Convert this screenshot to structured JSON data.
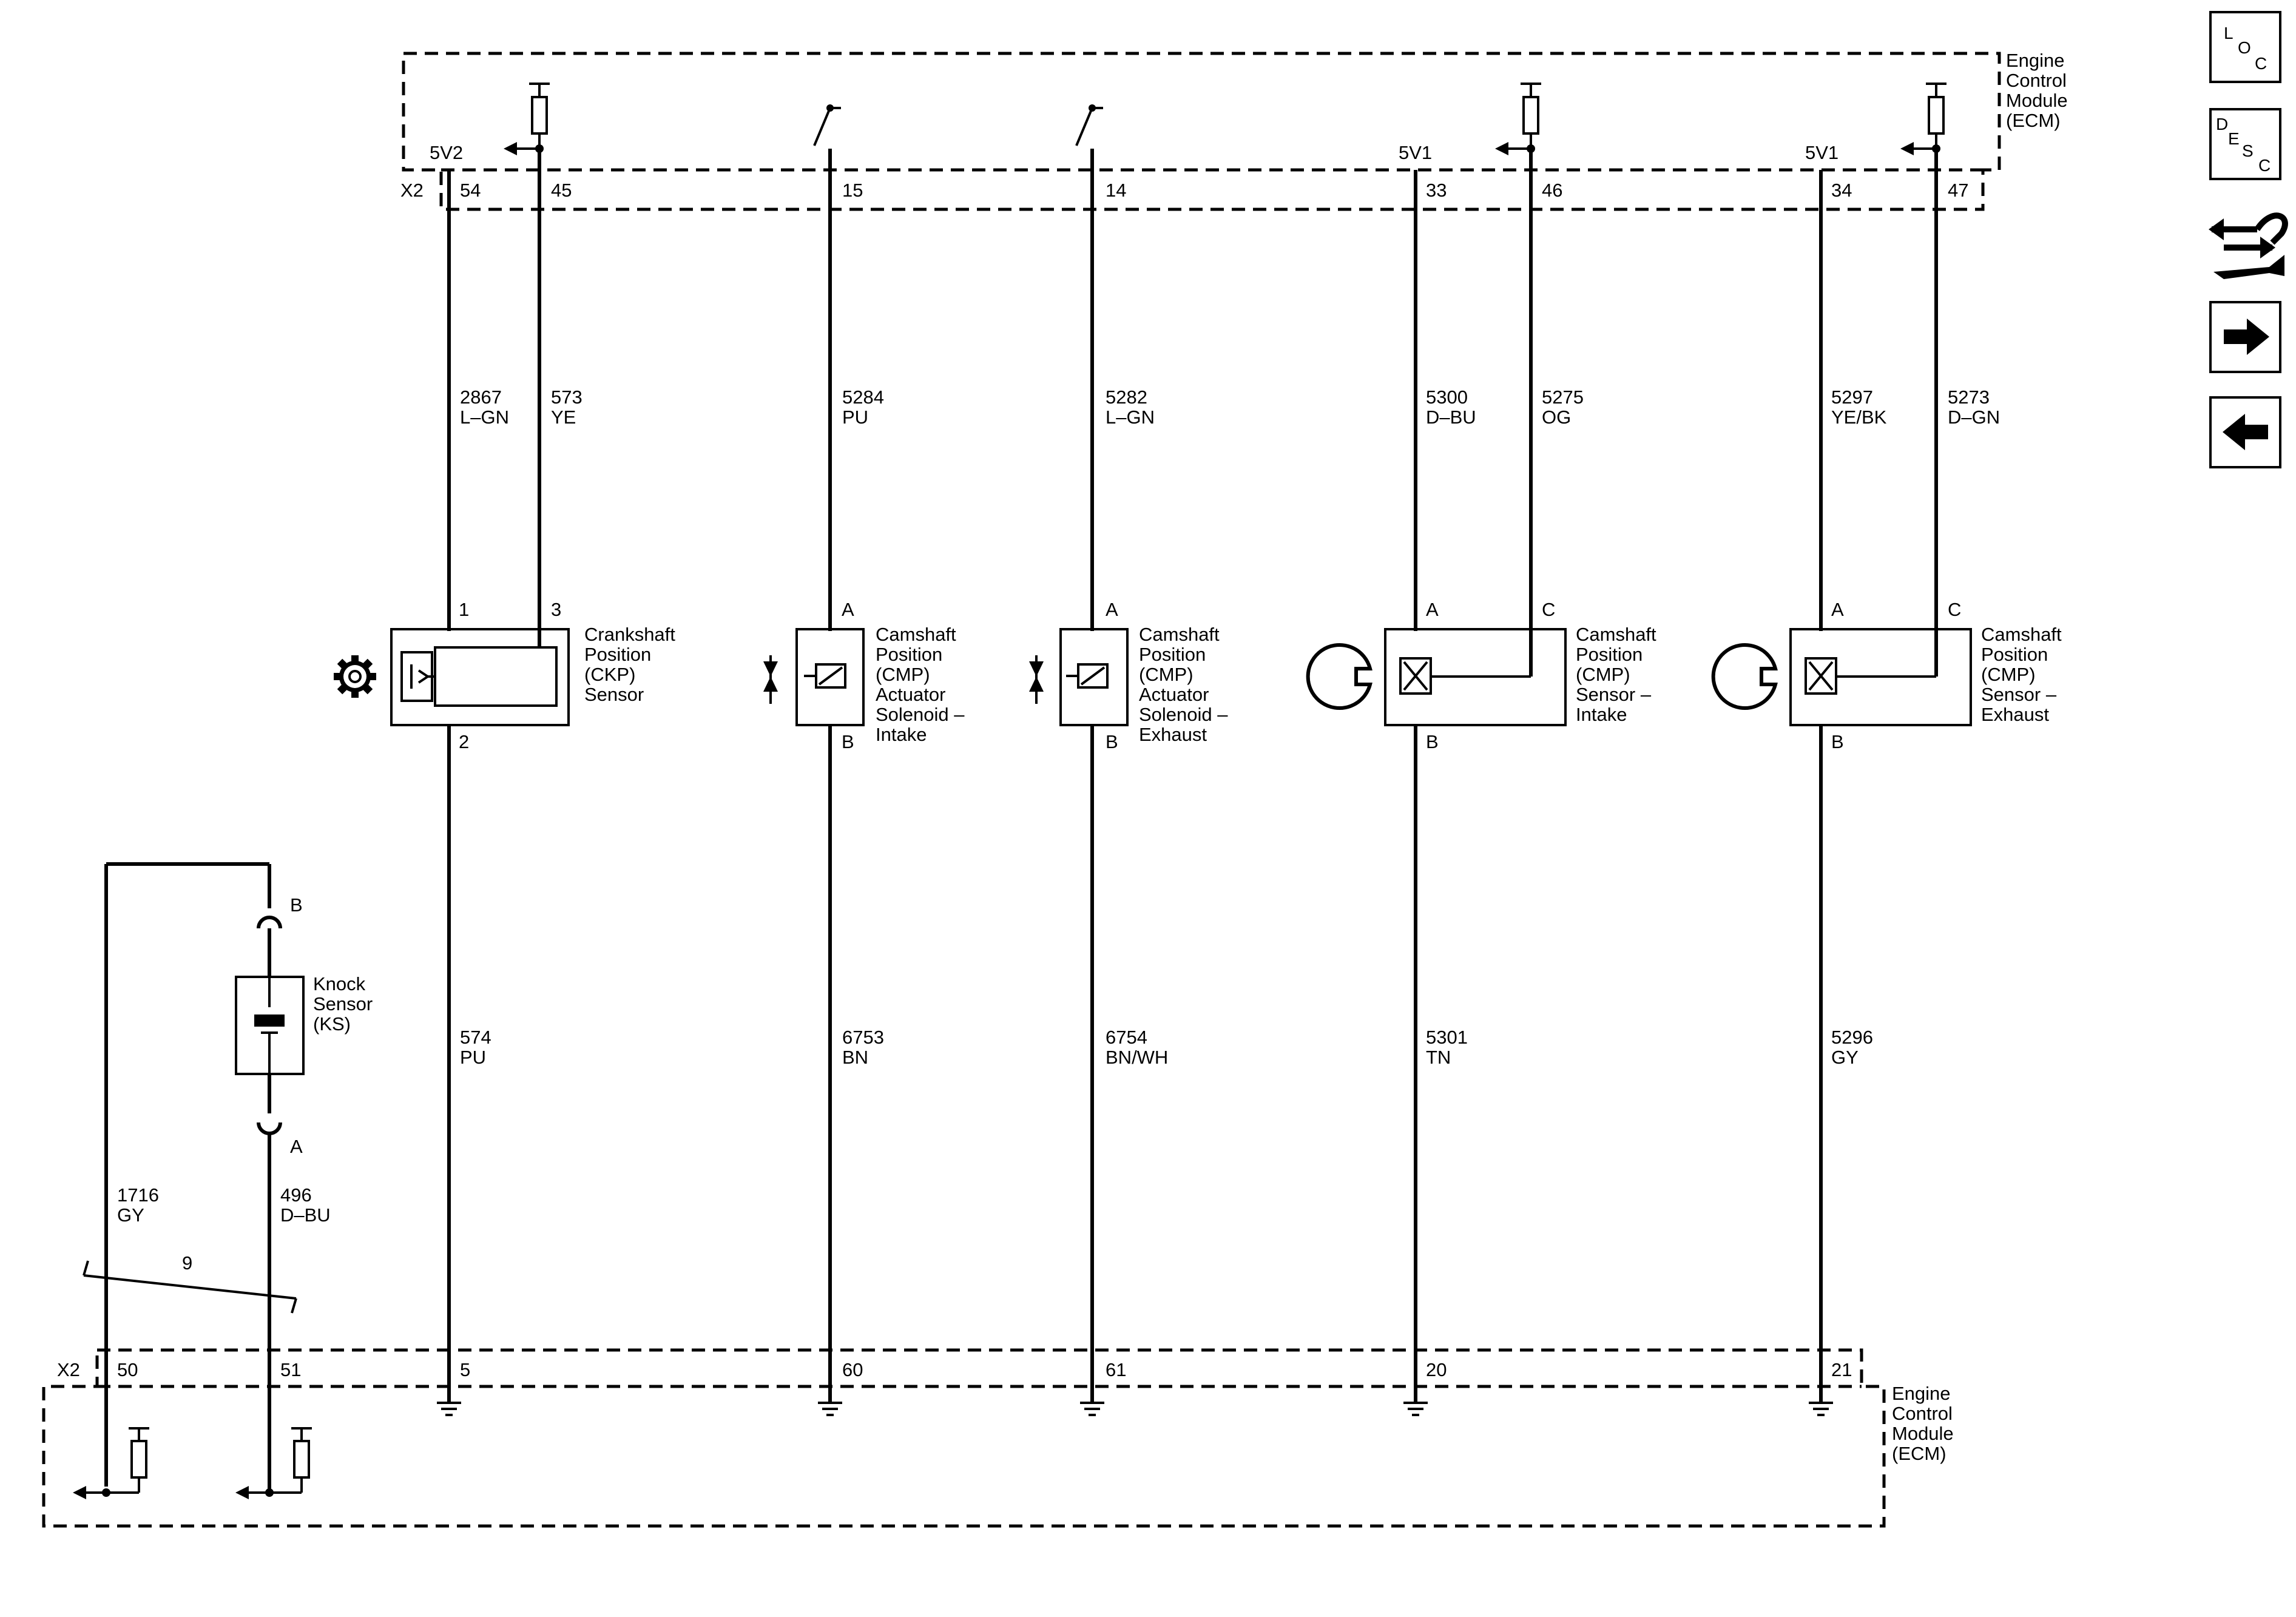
{
  "ecm_top": {
    "label_lines": [
      "Engine",
      "Control",
      "Module",
      "(ECM)"
    ],
    "connector": "X2"
  },
  "ecm_bottom": {
    "label_lines": [
      "Engine",
      "Control",
      "Module",
      "(ECM)"
    ],
    "connector": "X2"
  },
  "supplies": {
    "ckp": "5V2",
    "cmp_intake": "5V1",
    "cmp_exhaust": "5V1"
  },
  "top_pins": [
    "54",
    "45",
    "15",
    "14",
    "33",
    "46",
    "34",
    "47"
  ],
  "bottom_pins": [
    "50",
    "51",
    "5",
    "60",
    "61",
    "20",
    "21"
  ],
  "upper_wires": [
    {
      "circuit": "2867",
      "color": "L–GN"
    },
    {
      "circuit": "573",
      "color": "YE"
    },
    {
      "circuit": "5284",
      "color": "PU"
    },
    {
      "circuit": "5282",
      "color": "L–GN"
    },
    {
      "circuit": "5300",
      "color": "D–BU"
    },
    {
      "circuit": "5275",
      "color": "OG"
    },
    {
      "circuit": "5297",
      "color": "YE/BK"
    },
    {
      "circuit": "5273",
      "color": "D–GN"
    }
  ],
  "lower_wires": [
    {
      "circuit": "574",
      "color": "PU"
    },
    {
      "circuit": "6753",
      "color": "BN"
    },
    {
      "circuit": "6754",
      "color": "BN/WH"
    },
    {
      "circuit": "5301",
      "color": "TN"
    },
    {
      "circuit": "5296",
      "color": "GY"
    }
  ],
  "knock_wires": [
    {
      "circuit": "1716",
      "color": "GY"
    },
    {
      "circuit": "496",
      "color": "D–BU"
    }
  ],
  "twisted_pair_label": "9",
  "components": {
    "ckp": {
      "lines": [
        "Crankshaft",
        "Position",
        "(CKP)",
        "Sensor"
      ],
      "pins": [
        "1",
        "3",
        "2"
      ]
    },
    "cmp_act_intake": {
      "lines": [
        "Camshaft",
        "Position",
        "(CMP)",
        "Actuator",
        "Solenoid –",
        "Intake"
      ],
      "pins": [
        "A",
        "B"
      ]
    },
    "cmp_act_exhaust": {
      "lines": [
        "Camshaft",
        "Position",
        "(CMP)",
        "Actuator",
        "Solenoid –",
        "Exhaust"
      ],
      "pins": [
        "A",
        "B"
      ]
    },
    "cmp_intake": {
      "lines": [
        "Camshaft",
        "Position",
        "(CMP)",
        "Sensor –",
        "Intake"
      ],
      "pins": [
        "A",
        "C",
        "B"
      ]
    },
    "cmp_exhaust": {
      "lines": [
        "Camshaft",
        "Position",
        "(CMP)",
        "Sensor –",
        "Exhaust"
      ],
      "pins": [
        "A",
        "C",
        "B"
      ]
    },
    "knock": {
      "lines": [
        "Knock",
        "Sensor",
        "(KS)"
      ],
      "pins": [
        "B",
        "A"
      ]
    }
  },
  "nav": {
    "loc": [
      "L",
      "O",
      "C"
    ],
    "desc": [
      "D",
      "E",
      "S",
      "C"
    ],
    "icons": [
      "connector-repair-icon",
      "arrow-right-icon",
      "arrow-left-icon"
    ]
  }
}
